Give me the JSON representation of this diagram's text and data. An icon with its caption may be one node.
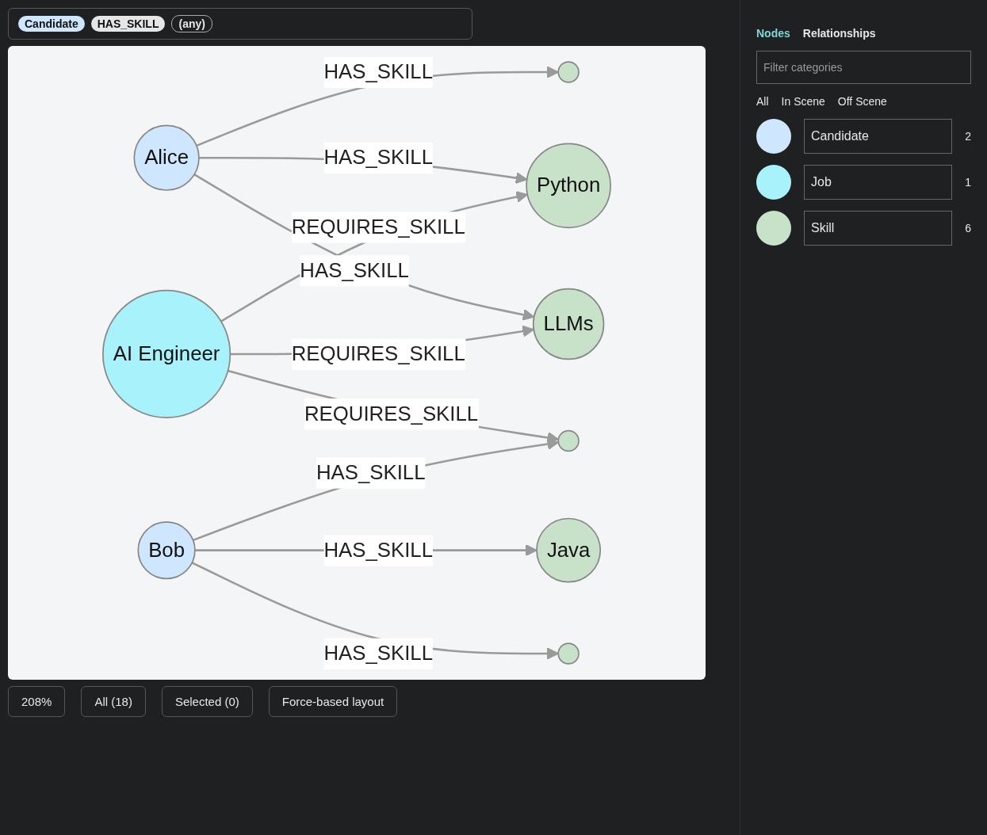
{
  "diagram": {
    "nodes": [
      {
        "text": [
          "Alice"
        ]
      },
      {
        "text": [],
        "shape": "circle"
      },
      {
        "text": [
          "Python"
        ]
      },
      {
        "text": [
          "LLMs"
        ]
      },
      {
        "text": [
          "AI Engineer"
        ]
      },
      {
        "text": [],
        "shape": "circle"
      },
      {
        "text": [
          "Bob"
        ]
      },
      {
        "text": [
          "Java"
        ]
      },
      {
        "text": [],
        "shape": "circle"
      }
    ],
    "edges": [
      {
        "from": 0,
        "to": 1,
        "arrow": "to",
        "label": "HAS_SKILL"
      },
      {
        "from": 0,
        "to": 2,
        "arrow": "to",
        "label": "HAS_SKILL"
      },
      {
        "from": 0,
        "to": 3,
        "arrow": "to",
        "label": "HAS_SKILL"
      },
      {
        "from": 4,
        "to": 2,
        "arrow": "to",
        "label": "REQUIRES_SKILL"
      },
      {
        "from": 4,
        "to": 3,
        "arrow": "to",
        "label": "REQUIRES_SKILL"
      },
      {
        "from": 4,
        "to": 5,
        "arrow": "to",
        "label": "REQUIRES_SKILL"
      },
      {
        "from": 6,
        "to": 5,
        "arrow": "to",
        "label": "HAS_SKILL"
      },
      {
        "from": 6,
        "to": 7,
        "arrow": "to",
        "label": "HAS_SKILL"
      },
      {
        "from": 6,
        "to": 8,
        "arrow": "to",
        "label": "HAS_SKILL"
      }
    ],
    "labels": [
      "Candidate",
      "HAS_SKILL",
      "(any)",
      "Nodes",
      "Relationships",
      "Filter categories",
      "All",
      "In Scene",
      "Off Scene",
      "2",
      "1",
      "6",
      "208%",
      "All (18)",
      "Selected (0)",
      "Force-based layout"
    ],
    "legend": [
      {
        "text": "Candidate",
        "color": "#cfe6ff"
      },
      {
        "text": "Job",
        "color": "#a8f2fb"
      },
      {
        "text": "Skill",
        "color": "#c8e2c9"
      }
    ]
  }
}
